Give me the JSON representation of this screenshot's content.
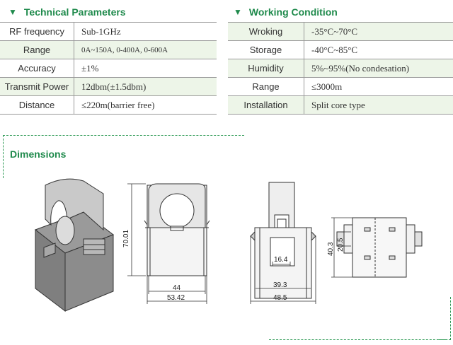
{
  "technical": {
    "title": "Technical Parameters",
    "rows": [
      {
        "label": "RF frequency",
        "value": "Sub-1GHz"
      },
      {
        "label": "Range",
        "value": "0A~150A, 0-400A, 0-600A"
      },
      {
        "label": "Accuracy",
        "value": "±1%"
      },
      {
        "label": "Transmit Power",
        "value": "12dbm(±1.5dbm)"
      },
      {
        "label": "Distance",
        "value": "≤220m(barrier free)"
      }
    ]
  },
  "working": {
    "title": "Working Condition",
    "rows": [
      {
        "label": "Wroking",
        "value": "-35°C~70°C"
      },
      {
        "label": "Storage",
        "value": "-40°C~85°C"
      },
      {
        "label": "Humidity",
        "value": "5%~95%(No condesation)"
      },
      {
        "label": "Range",
        "value": "≤3000m"
      },
      {
        "label": "Installation",
        "value": "Split core type"
      }
    ]
  },
  "dimensions": {
    "title": "Dimensions",
    "front_height": "70.01",
    "front_inner_width": "44",
    "front_outer_width": "53.42",
    "side_slot_width": "16.4",
    "side_inner_width": "39.3",
    "side_outer_width": "48.5",
    "top_outer_height": "40.3",
    "top_inner_height": "20.5"
  },
  "colors": {
    "accent": "#1f8a4c",
    "row_tint": "#edf5e8",
    "rule": "#9a9a9a"
  }
}
